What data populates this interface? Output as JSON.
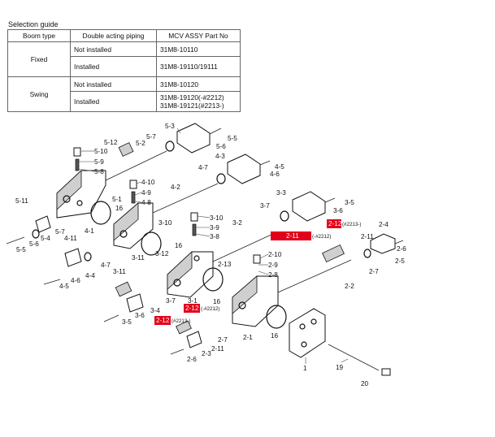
{
  "guide": {
    "caption": "Selection guide",
    "headers": [
      "Boom type",
      "Double acting piping",
      "MCV ASSY Part No"
    ],
    "rows": [
      {
        "boom": "Fixed",
        "piping": "Not installed",
        "part": "31M8-10110"
      },
      {
        "boom": "",
        "piping": "Installed",
        "part": "31M8-19110/19111"
      },
      {
        "boom": "Swing",
        "piping": "Not installed",
        "part": "31M8-10120"
      },
      {
        "boom": "",
        "piping": "Installed",
        "part_line1": "31M8-19120(-#2212)",
        "part_line2": "31M8-19121(#2213-)"
      }
    ]
  },
  "labels": {
    "l5_3": "5-3",
    "l5_7": "5-7",
    "l5_5": "5-5",
    "l5_6": "5-6",
    "l5_12": "5-12",
    "l5_2": "5-2",
    "l5_10": "5-10",
    "l5_9": "5-9",
    "l5_8": "5-8",
    "l5_1": "5-1",
    "l5_11": "5-11",
    "l5_4": "5-4",
    "l5_7b": "5-7",
    "l5_6b": "5-6",
    "l5_5b": "5-5",
    "l4_3": "4-3",
    "l4_5": "4-5",
    "l4_6": "4-6",
    "l4_7": "4-7",
    "l4_10": "4-10",
    "l4_9": "4-9",
    "l4_8": "4-8",
    "l4_2": "4-2",
    "l4_1": "4-1",
    "l4_11": "4-11",
    "l4_7b": "4-7",
    "l4_4": "4-4",
    "l4_6b": "4-6",
    "l4_5b": "4-5",
    "l16a": "16",
    "l16b": "16",
    "l16c": "16",
    "l16d": "16",
    "l3_3": "3-3",
    "l3_7": "3-7",
    "l3_5": "3-5",
    "l3_6": "3-6",
    "l3_10": "3-10",
    "l3_10b": "3-10",
    "l3_9": "3-9",
    "l3_8": "3-8",
    "l3_2": "3-2",
    "l3_12": "3-12",
    "l3_11": "3-11",
    "l3_7b": "3-7",
    "l3_1": "3-1",
    "l3_11b": "3-11",
    "l3_6b": "3-6",
    "l3_4": "3-4",
    "l3_5b": "3-5",
    "l2_4": "2-4",
    "l2_11": "2-11",
    "l2_6": "2-6",
    "l2_5": "2-5",
    "l2_7": "2-7",
    "l2_10": "2-10",
    "l2_9": "2-9",
    "l2_8": "2-8",
    "l2_13": "2-13",
    "l2_2": "2-2",
    "l2_1": "2-1",
    "l2_7b": "2-7",
    "l2_11b": "2-11",
    "l2_3": "2-3",
    "l2_6b": "2-6",
    "l1": "1",
    "l19": "19",
    "l20": "20"
  },
  "highlights": {
    "h1_code": "2-12",
    "h1_note": "(#2213-)",
    "h2_code": "2-11",
    "h2_note": "(-#2212)",
    "h3_code": "2-12",
    "h3_note": "(-#2212)",
    "h4_code": "2-12",
    "h4_note": "(#2213-)"
  },
  "colors": {
    "highlight": "#e3001b",
    "line": "#111111"
  }
}
